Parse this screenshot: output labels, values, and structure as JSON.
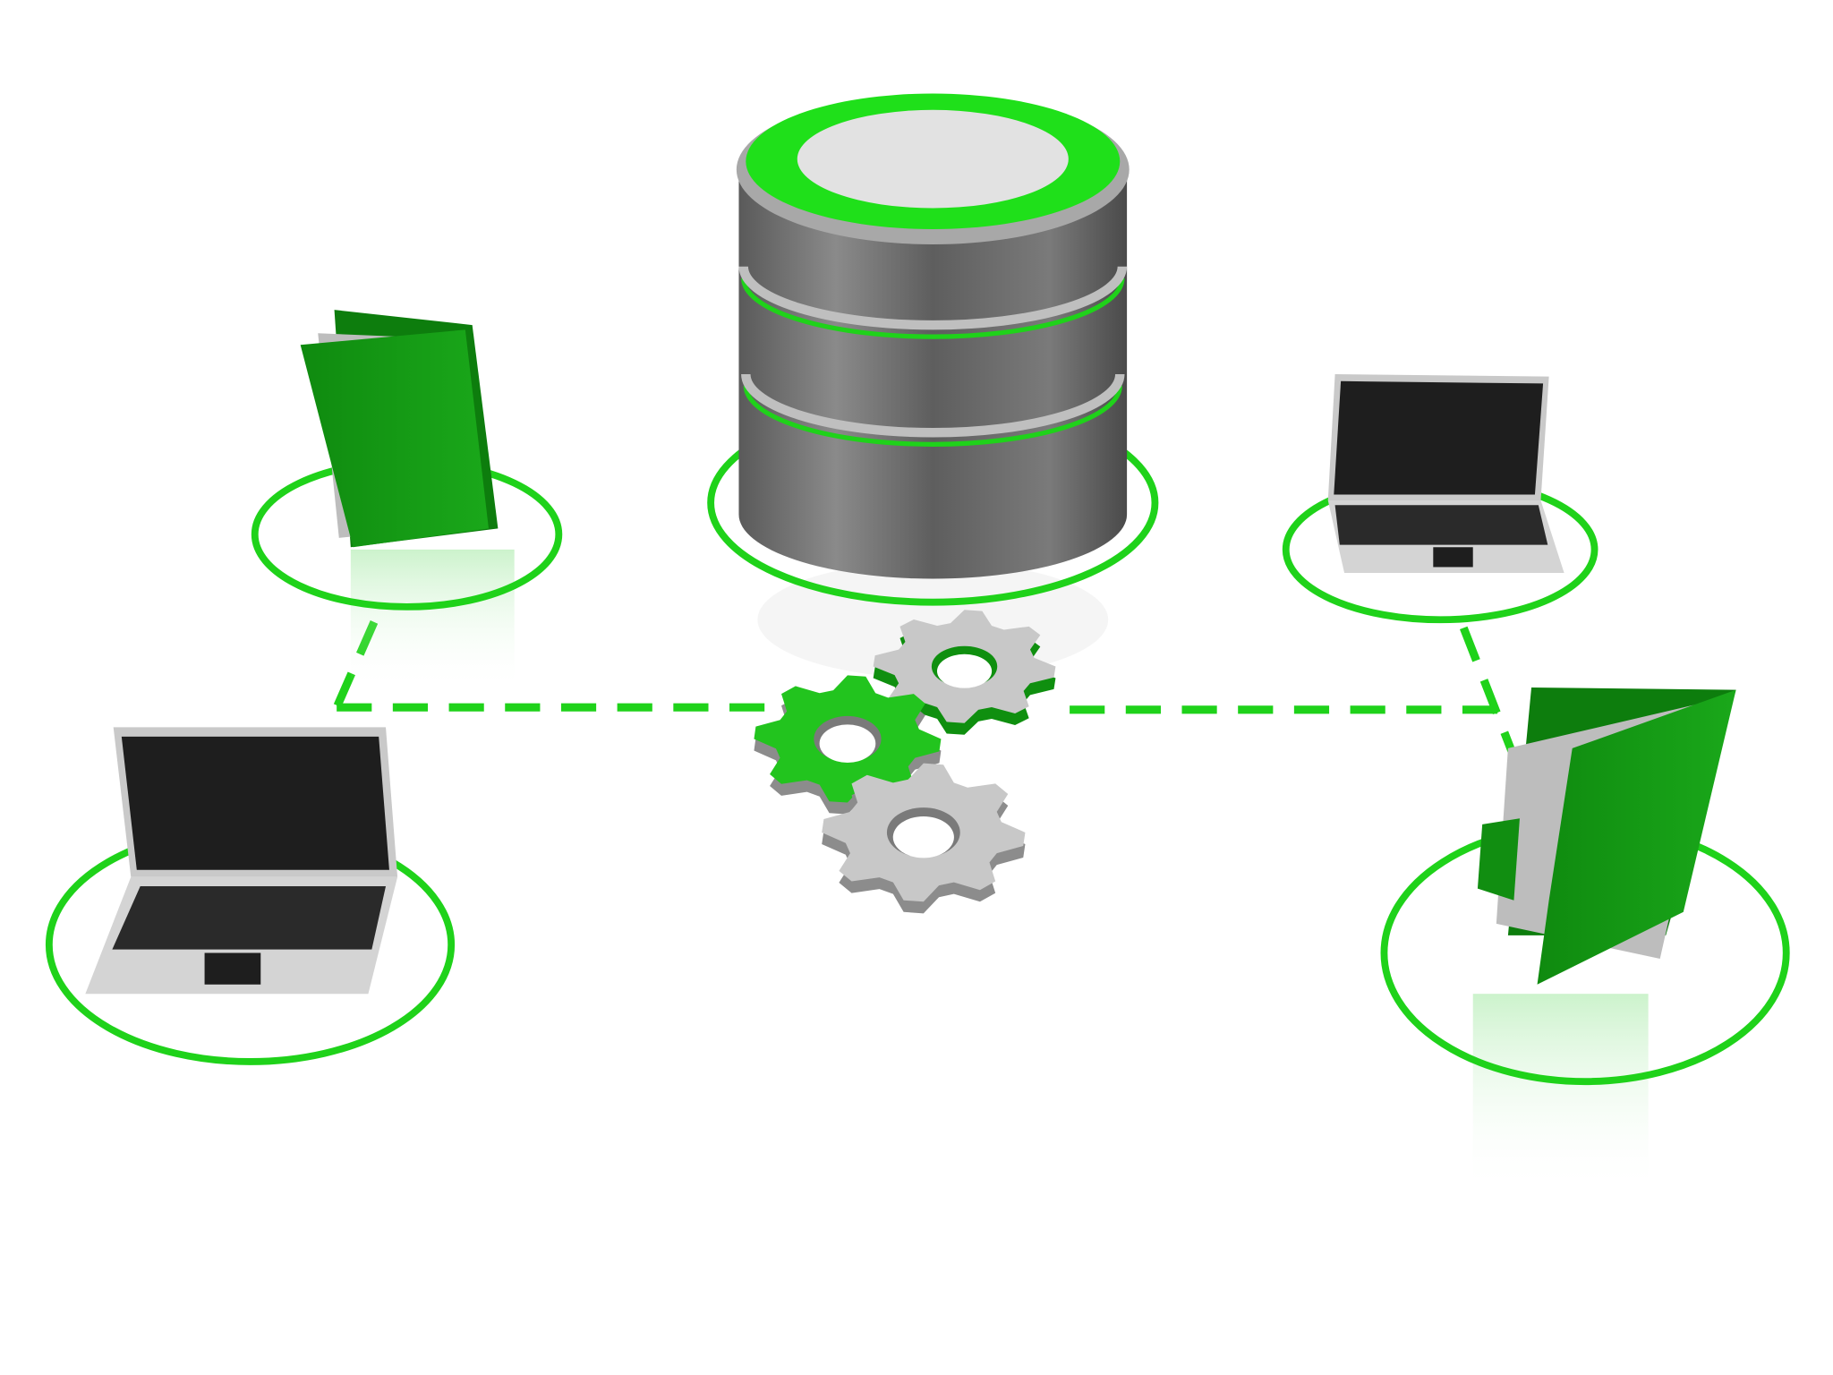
{
  "scene": {
    "icons": [
      "database-icon",
      "folder-icon",
      "laptop-icon",
      "gear-icon"
    ],
    "nodes": [
      {
        "name": "database",
        "icon": "database-icon"
      },
      {
        "name": "folder-top-left",
        "icon": "folder-icon"
      },
      {
        "name": "laptop-bottom-left",
        "icon": "laptop-icon"
      },
      {
        "name": "laptop-top-right",
        "icon": "laptop-icon"
      },
      {
        "name": "folder-bottom-right",
        "icon": "folder-icon"
      }
    ],
    "gears": [
      {
        "name": "gear-green",
        "color": "#22c41e"
      },
      {
        "name": "gear-gray-1",
        "color": "#c8c8c8"
      },
      {
        "name": "gear-gray-2",
        "color": "#c8c8c8"
      }
    ]
  },
  "colors": {
    "accent": "#1fd21a",
    "folder": "#149a14",
    "database_body": "#6e6e6e",
    "screen": "#1e1e1e",
    "laptop_body": "#d4d4d4"
  }
}
